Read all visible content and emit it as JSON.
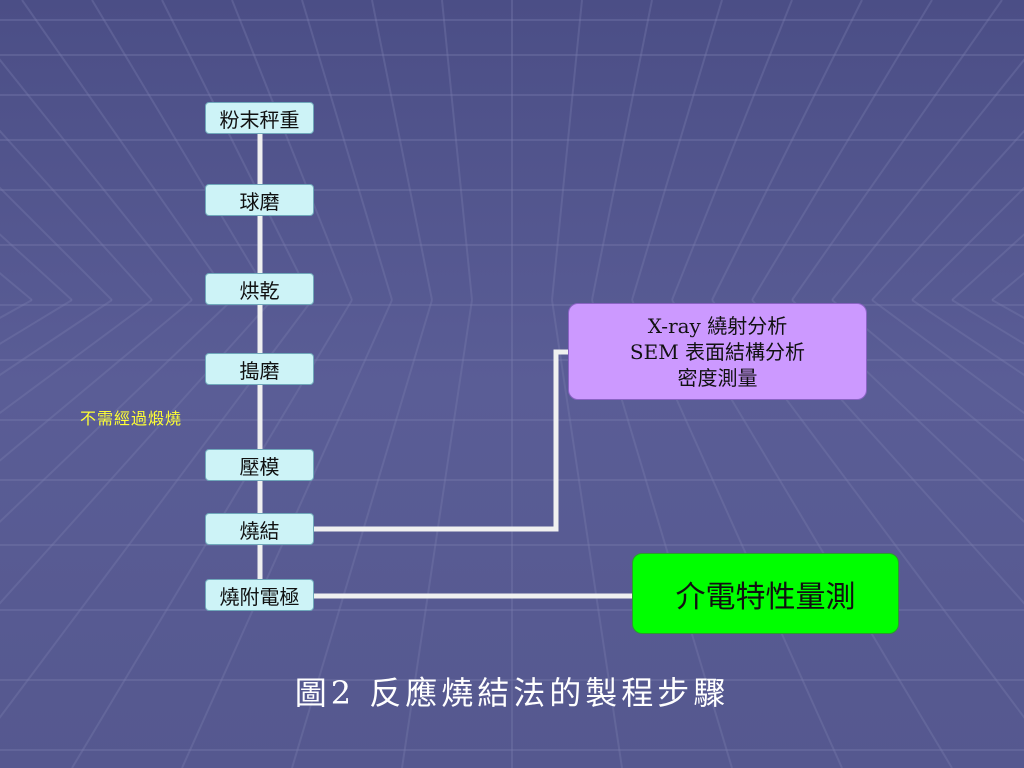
{
  "steps": [
    "粉末秤重",
    "球磨",
    "烘乾",
    "搗磨",
    "壓模",
    "燒結",
    "燒附電極"
  ],
  "note": "不需經過煅燒",
  "analysis_box": {
    "lines": [
      "X-ray 繞射分析",
      "SEM 表面結構分析",
      "密度測量"
    ]
  },
  "dielectric_box": {
    "label": "介電特性量測"
  },
  "caption": "圖2 反應燒結法的製程步驟",
  "colors": {
    "background": "#55588f",
    "step_fill": "#cdf3f7",
    "analysis_fill": "#cc99ff",
    "dielectric_fill": "#00ff00",
    "note_text": "#ffff33",
    "connector": "#f0f0f0"
  }
}
